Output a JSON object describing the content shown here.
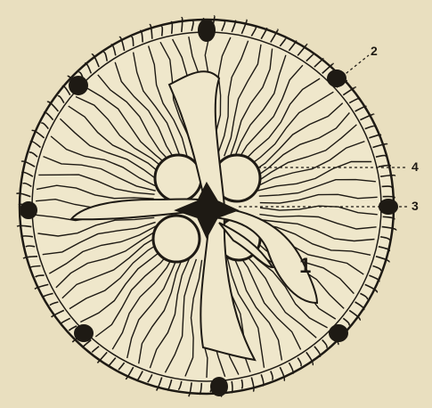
{
  "figure": {
    "labels": {
      "l1": "1",
      "l2": "2",
      "l3": "3",
      "l4": "4"
    },
    "colors": {
      "paper": "#e9dfbf",
      "ink": "#1e1a14",
      "disc": "#efe7cb"
    }
  }
}
